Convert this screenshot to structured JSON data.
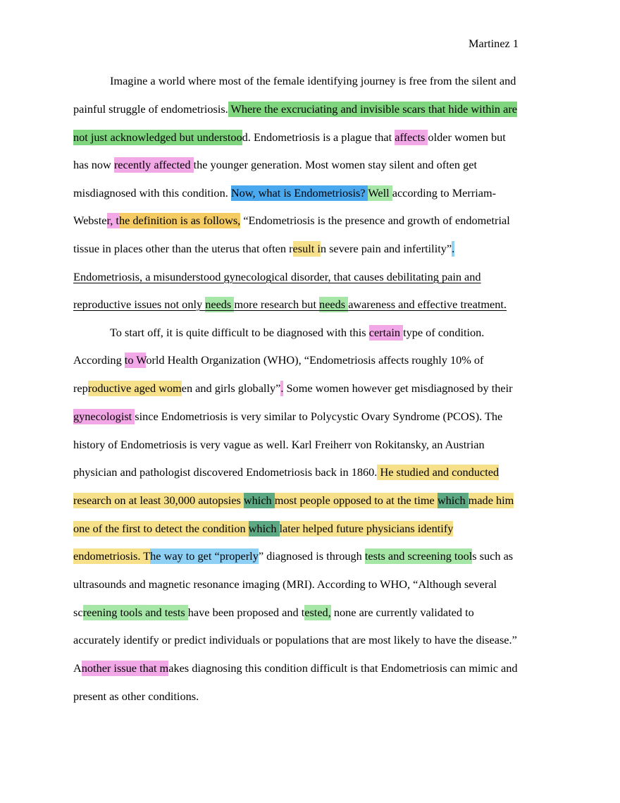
{
  "header": {
    "running_head": "Martinez 1"
  },
  "colors": {
    "green": "#7fd67f",
    "light_green": "#a6e6a6",
    "pink": "#f2a7e6",
    "yellow": "#f7e08a",
    "orange": "#f5cc63",
    "blue": "#49a8ee",
    "light_blue": "#8fd0f5",
    "teal": "#5ba882"
  },
  "p1": {
    "l1": "Imagine a world where most of the female identifying journey is free from the silent and",
    "l2a": "painful struggle of endometriosis.",
    "l2b": " Where the excruciating and invisible scars that hide within are",
    "l3a": "not just acknowledged but understoo",
    "l3b": "d. Endometriosis is a plague that ",
    "l3c": "affects ",
    "l3d": "older women but",
    "l4a": "has now ",
    "l4b": "recently affected ",
    "l4c": "the younger generation. Most women stay silent and often get",
    "l5a": "misdiagnosed with this condition. ",
    "l5b": "Now, what is Endometriosis? ",
    "l5c": "Well ",
    "l5d": "according to Merriam-",
    "l6a": "Webste",
    "l6b": "r, t",
    "l6c": "he definition is as follows,",
    "l6d": " “Endometriosis is the presence and growth of endometrial",
    "l7a": "tissue in places other than the uterus that often r",
    "l7b": "esult i",
    "l7c": "n severe pain and infertility”",
    "l7d": ".",
    "l8": "Endometriosis, a misunderstood gynecological disorder, that causes debilitating pain and",
    "l9a": "reproductive issues not only ",
    "l9b": "needs ",
    "l9c": "more research but ",
    "l9d": "needs ",
    "l9e": "awareness and effective treatment."
  },
  "p2": {
    "l1a": "To start off, it is quite difficult to be diagnosed with this ",
    "l1b": "certain ",
    "l1c": "type of condition.",
    "l2a": "According ",
    "l2b": "to W",
    "l2c": "orld Health Organization (WHO), “Endometriosis affects roughly 10% of",
    "l3a": "rep",
    "l3b": "roductive aged wom",
    "l3c": "en and girls globally”",
    "l3d": ".",
    "l3e": " Some women however get misdiagnosed by their",
    "l4a": "gynecologist ",
    "l4b": "since Endometriosis is very similar to Polycystic Ovary Syndrome (PCOS). The",
    "l5": "history of Endometriosis is very vague as well. Karl Freiherr von Rokitansky, an Austrian",
    "l6a": "physician and pathologist discovered Endometriosis back in 1860.",
    "l6b": " He studied and conducted",
    "l7a": "research on at least 30,000 autopsies ",
    "l7b": "which ",
    "l7c": "most people opposed to at the time ",
    "l7d": "which ",
    "l7e": "made him",
    "l8a": "one of the first to detect the condition ",
    "l8b": "which ",
    "l8c": "later helped future physicians identify",
    "l9a": "endometriosis. T",
    "l9b": "he way to get “properly",
    "l9c": "” diagnosed is through ",
    "l9d": "tests and screening tool",
    "l9e": "s such as",
    "l10": "ultrasounds and magnetic resonance imaging (MRI). According to WHO, “Although several",
    "l11a": "sc",
    "l11b": "reening tools and tests ",
    "l11c": "have been proposed and t",
    "l11d": "ested,",
    "l11e": " none are currently validated to",
    "l12": "accurately identify or predict individuals or populations that are most likely to have the disease.”",
    "l13a": "A",
    "l13b": "nother issue that m",
    "l13c": "akes diagnosing this condition difficult is that Endometriosis can mimic and",
    "l14": "present as other conditions."
  }
}
